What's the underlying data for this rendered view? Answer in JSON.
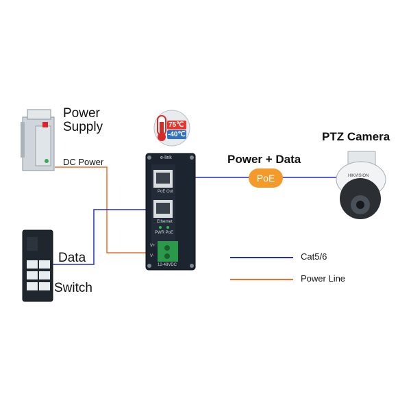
{
  "labels": {
    "power_supply_line1": "Power",
    "power_supply_line2": "Supply",
    "dc_power": "DC Power",
    "data": "Data",
    "switch": "Switch",
    "ptz_camera": "PTZ Camera",
    "power_data": "Power + Data",
    "poe_badge": "PoE"
  },
  "temperature": {
    "high": "75℃",
    "low": "-40℃"
  },
  "device_markings": {
    "brand": "e-link",
    "port_top": "PoE Out",
    "port_bottom": "Ethernet",
    "leds": "PWR  PoE",
    "terminal_plus": "V+",
    "terminal_minus": "V-",
    "voltage": "12-48VDC"
  },
  "camera_brand": "HIKVISION",
  "legend": [
    {
      "label": "Cat5/6",
      "color": "#1f2bd1"
    },
    {
      "label": "Power Line",
      "color": "#f06a2a"
    }
  ],
  "colors": {
    "cat_line": "#1f2bd1",
    "power_line": "#f06a2a",
    "badge": "#f39a2b",
    "device": "#1c2430"
  }
}
